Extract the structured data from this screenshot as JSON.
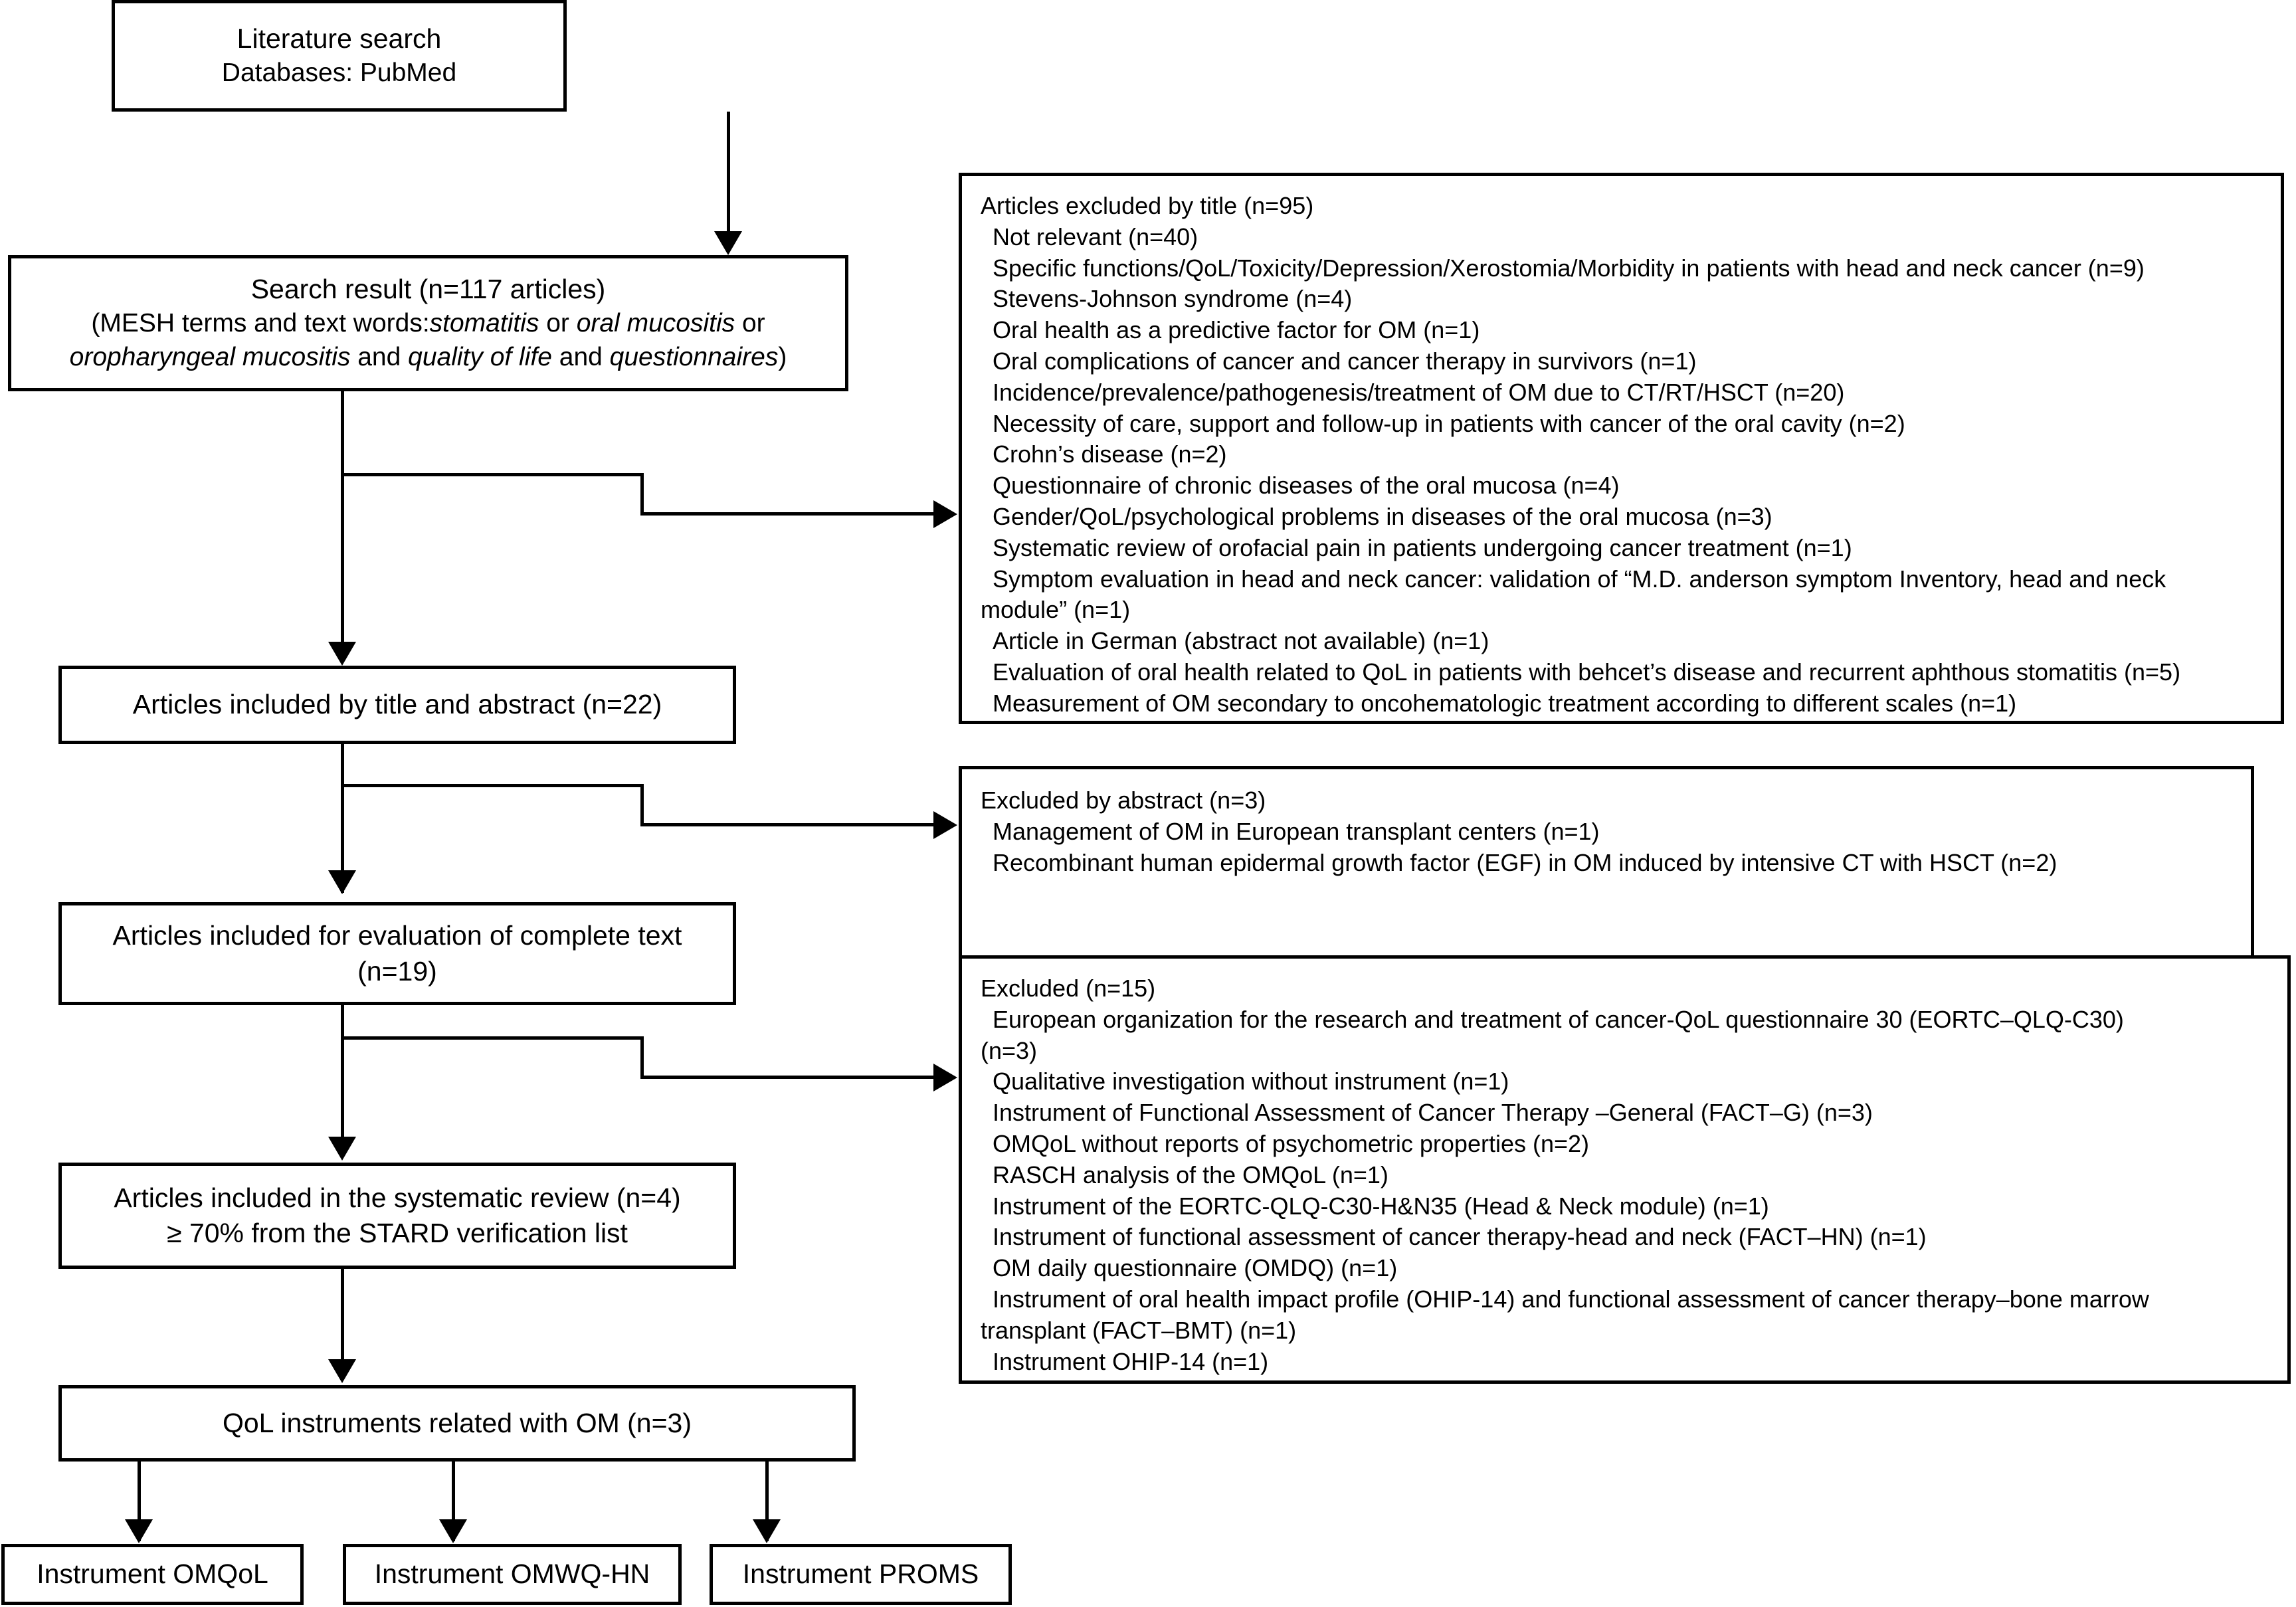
{
  "diagram": {
    "title": "PRISMA-style literature selection flowchart",
    "stroke_color": "#000000",
    "background_color": "#ffffff"
  },
  "nodes": {
    "literature_search": {
      "line1": "Literature search",
      "line2": "Databases: PubMed"
    },
    "search_result": {
      "line1": "Search result (n=117 articles)",
      "line2_a": "(MESH terms and text words:",
      "line2_b": "stomatitis",
      "line2_c": " or ",
      "line2_d": "oral mucositis",
      "line2_e": " or",
      "line3_a": "oropharyngeal mucositis",
      "line3_b": " and ",
      "line3_c": "quality of life",
      "line3_d": " and ",
      "line3_e": "questionnaires",
      "line3_f": ")"
    },
    "included_title_abstract": {
      "line1": "Articles included by title and abstract (n=22)"
    },
    "included_complete_text": {
      "line1": "Articles included for evaluation of complete text",
      "line2": "(n=19)"
    },
    "included_systematic_review": {
      "line1": "Articles included in the systematic review (n=4)",
      "line2": "≥ 70% from the STARD verification list"
    },
    "qol_instruments": {
      "line1": "QoL instruments related with OM (n=3)"
    },
    "instrument_omqol": {
      "label": "Instrument OMQoL"
    },
    "instrument_omwq_hn": {
      "label": "Instrument OMWQ-HN"
    },
    "instrument_proms": {
      "label": "Instrument PROMS"
    }
  },
  "excluded_by_title": {
    "heading": "Articles excluded by title (n=95)",
    "items": [
      "Not relevant (n=40)",
      "Specific functions/QoL/Toxicity/Depression/Xerostomia/Morbidity in patients with head and neck cancer (n=9)",
      "Stevens-Johnson syndrome (n=4)",
      "Oral health as a predictive factor for OM (n=1)",
      "Oral complications of cancer and cancer therapy in survivors (n=1)",
      "Incidence/prevalence/pathogenesis/treatment of OM due to CT/RT/HSCT (n=20)",
      "Necessity of care, support and follow-up in patients with cancer of the oral cavity (n=2)",
      "Crohn’s disease (n=2)",
      "Questionnaire of chronic diseases of the oral mucosa (n=4)",
      "Gender/QoL/psychological problems in diseases of the oral mucosa (n=3)",
      "Systematic review of orofacial pain in patients undergoing cancer treatment (n=1)",
      "Symptom evaluation in head and neck cancer: validation of “M.D. anderson symptom Inventory, head and neck",
      "module” (n=1)",
      "Article in German (abstract not available) (n=1)",
      "Evaluation of oral health related to QoL in patients with behcet’s disease and recurrent aphthous stomatitis (n=5)",
      "Measurement of OM secondary to oncohematologic treatment according to different scales (n=1)"
    ],
    "hanging_lines": [
      12
    ]
  },
  "excluded_by_abstract": {
    "heading": "Excluded by abstract (n=3)",
    "items": [
      "Management of OM in European transplant centers (n=1)",
      "Recombinant human epidermal growth factor (EGF) in OM induced by intensive CT with HSCT (n=2)"
    ]
  },
  "excluded_full_text": {
    "heading": "Excluded (n=15)",
    "items": [
      "European organization for the research and treatment of cancer-QoL questionnaire 30 (EORTC–QLQ-C30)",
      "(n=3)",
      "Qualitative investigation without instrument (n=1)",
      "Instrument of Functional Assessment of Cancer Therapy –General (FACT–G) (n=3)",
      "OMQoL without reports of psychometric properties (n=2)",
      "RASCH analysis of the OMQoL (n=1)",
      "Instrument of the EORTC-QLQ-C30-H&N35 (Head & Neck module)  (n=1)",
      "Instrument of functional assessment of cancer therapy-head and neck (FACT–HN) (n=1)",
      "OM daily questionnaire (OMDQ) (n=1)",
      "Instrument of oral health impact profile (OHIP-14) and functional assessment of cancer therapy–bone marrow",
      "transplant (FACT–BMT) (n=1)",
      "Instrument OHIP-14 (n=1)"
    ],
    "hanging_lines": [
      1,
      10
    ]
  }
}
